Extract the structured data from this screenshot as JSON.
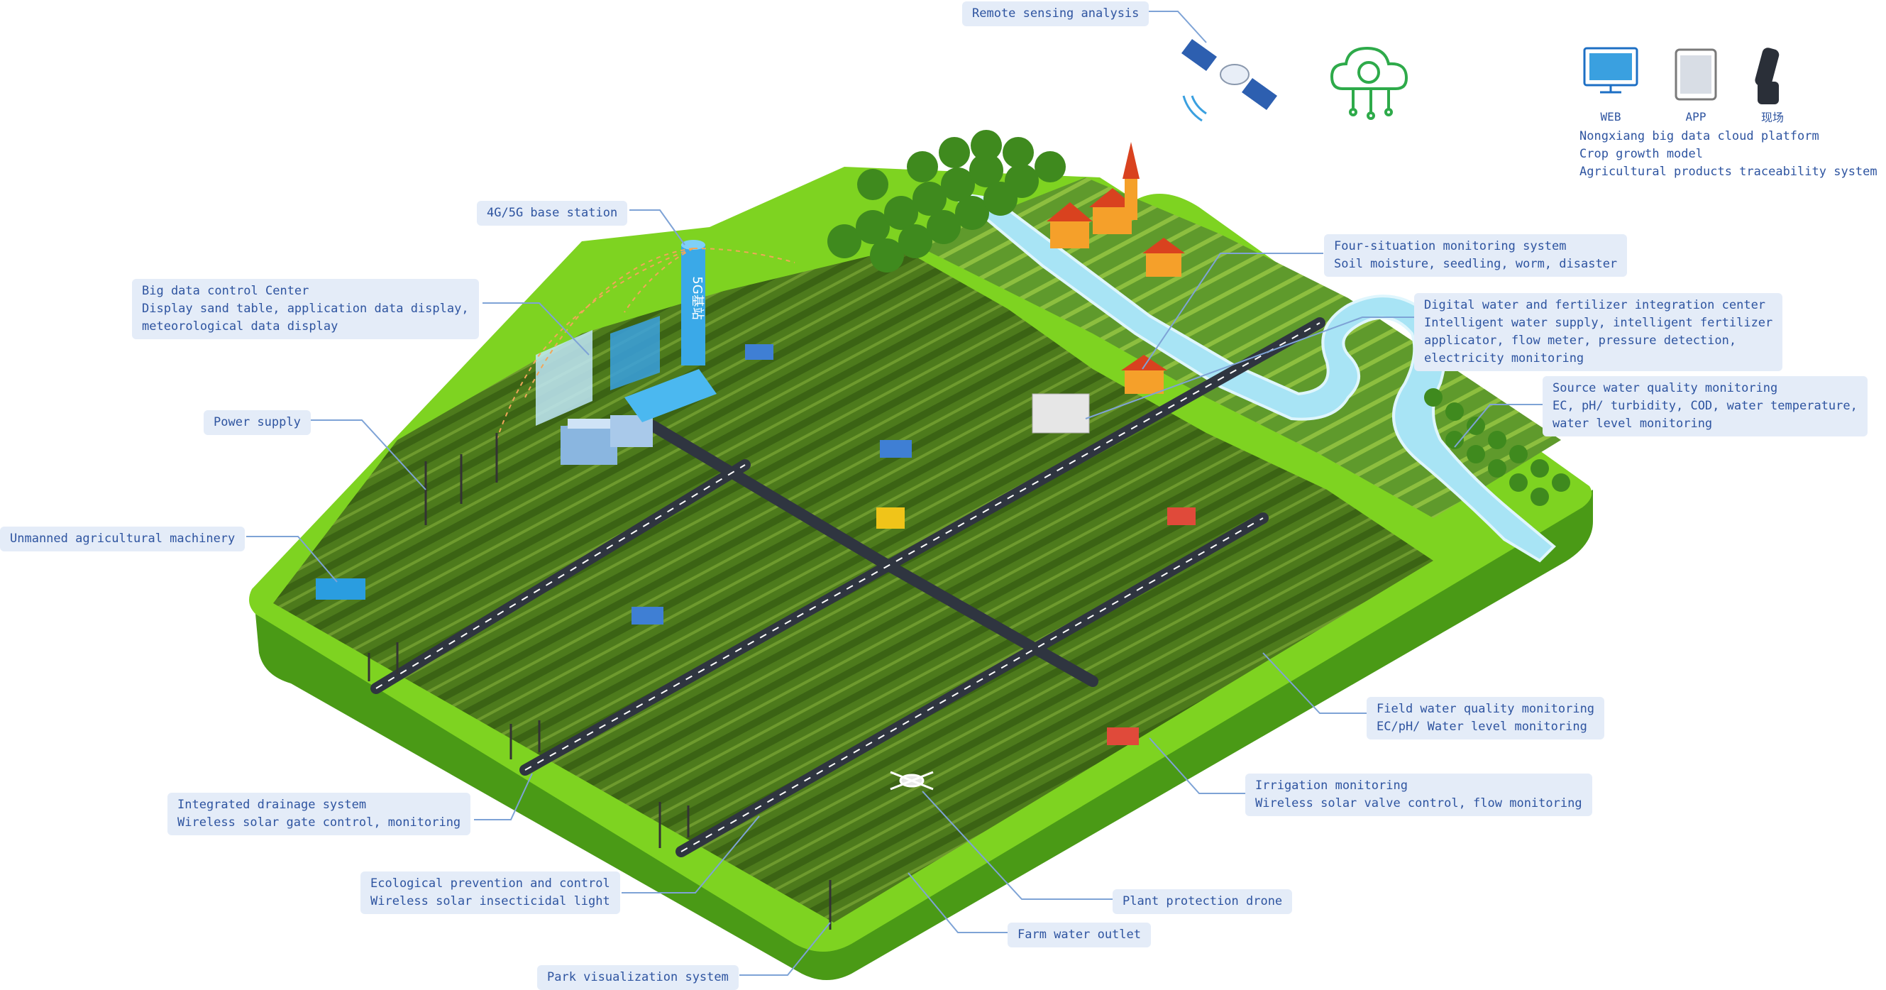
{
  "callouts": {
    "remote_sensing": {
      "lines": [
        "Remote sensing analysis"
      ]
    },
    "base_station": {
      "lines": [
        "4G/5G base station"
      ]
    },
    "big_data_center": {
      "lines": [
        "Big data control Center",
        "Display sand table, application data display,",
        " meteorological data display"
      ]
    },
    "power_supply": {
      "lines": [
        "Power supply"
      ]
    },
    "unmanned_machinery": {
      "lines": [
        "Unmanned agricultural machinery"
      ]
    },
    "drainage": {
      "lines": [
        "Integrated drainage system",
        "Wireless solar gate control, monitoring"
      ]
    },
    "ecological": {
      "lines": [
        "Ecological prevention and control",
        "Wireless solar insecticidal light"
      ]
    },
    "park_visualization": {
      "lines": [
        "Park visualization system"
      ]
    },
    "farm_water_outlet": {
      "lines": [
        "Farm water outlet"
      ]
    },
    "plant_protection_drone": {
      "lines": [
        "Plant protection drone"
      ]
    },
    "irrigation": {
      "lines": [
        "Irrigation monitoring",
        "Wireless solar valve control, flow monitoring"
      ]
    },
    "field_water_quality": {
      "lines": [
        "Field water quality monitoring",
        "EC/pH/ Water level monitoring"
      ]
    },
    "source_water_quality": {
      "lines": [
        "Source water quality monitoring",
        "EC, pH/ turbidity, COD, water temperature,",
        "water level monitoring"
      ]
    },
    "water_fertilizer": {
      "lines": [
        "Digital water and fertilizer integration center",
        "Intelligent water supply, intelligent fertilizer",
        "applicator, flow meter, pressure detection,",
        "electricity monitoring"
      ]
    },
    "four_situation": {
      "lines": [
        "Four-situation monitoring system",
        "Soil moisture, seedling, worm, disaster"
      ]
    }
  },
  "platform": {
    "devices": [
      "WEB",
      "APP",
      "现场"
    ],
    "lines": [
      "Nongxiang big data cloud platform",
      "Crop growth model",
      "Agricultural products traceability system"
    ]
  },
  "tower_sign": "5G基站",
  "colors": {
    "label_bg": "#e4ecf8",
    "label_text": "#2e54a0",
    "field_green": "#4f7f1a",
    "platform_green": "#7ed321",
    "road": "#2f3540",
    "water": "#a8e4f5",
    "cloud_icon": "#2eaa4a"
  },
  "icons": [
    "satellite-icon",
    "cloud-brain-icon",
    "monitor-icon",
    "tablet-icon",
    "handheld-device-icon"
  ]
}
